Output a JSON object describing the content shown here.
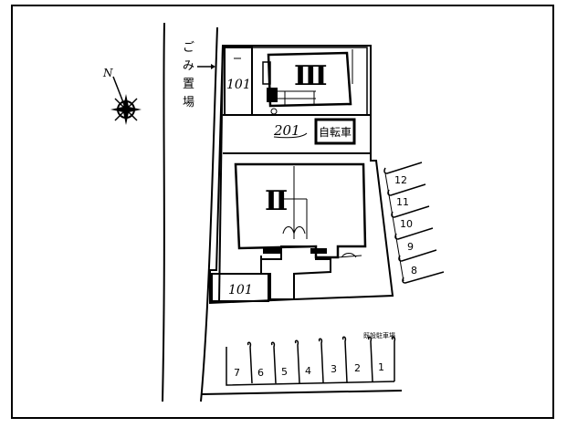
{
  "compass": {
    "north_label": "N"
  },
  "garbage_label": [
    "ご",
    "み",
    "置",
    "場"
  ],
  "buildings": {
    "building_3": {
      "label": "Ⅲ",
      "room": "101"
    },
    "building_2": {
      "label": "Ⅱ",
      "room": "101"
    },
    "room_201": "201"
  },
  "bicycle_parking": "自転車",
  "right_parking": [
    "12",
    "11",
    "10",
    "9",
    "8"
  ],
  "bottom_parking": [
    "7",
    "6",
    "5",
    "4",
    "3",
    "2",
    "1"
  ],
  "bottom_parking_title": "既設駐車場"
}
